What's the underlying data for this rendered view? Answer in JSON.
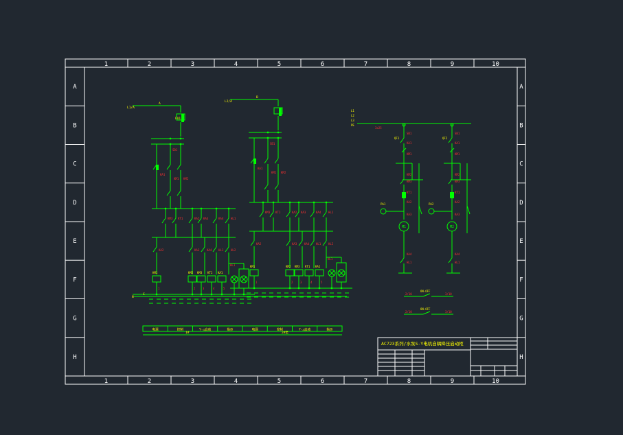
{
  "theme": {
    "background": "#212830",
    "frame": "#ffffff",
    "wire": "#00ff00",
    "label_red": "#ff3030",
    "label_yellow": "#ffff00"
  },
  "frame": {
    "columns": [
      "1",
      "2",
      "3",
      "4",
      "5",
      "6",
      "7",
      "8",
      "9",
      "10"
    ],
    "rows": [
      "A",
      "B",
      "C",
      "D",
      "E",
      "F",
      "G",
      "H"
    ]
  },
  "title_block": {
    "title": "AC723系列/水泵S-Y电机自耦降压启动柜",
    "cells": [
      "",
      "",
      "",
      "",
      ""
    ]
  },
  "schematic": {
    "control_labels_left": {
      "supply_top": "L1/A",
      "supply_bottom": "N",
      "fuse": "FU1",
      "phase_a": "A",
      "phase_c": "C"
    },
    "control_labels_right": {
      "supply_top": "L2/A",
      "phase_b": "B"
    },
    "contact_tags": [
      "SB1",
      "KA1",
      "KM1",
      "KM2",
      "KM3",
      "KT1",
      "KA2",
      "KA3",
      "KA4",
      "HL1",
      "HL2",
      "HL3"
    ],
    "device_tags": [
      "KM1",
      "KM2",
      "KM3",
      "KT1",
      "KA1",
      "HL1",
      "HL2"
    ],
    "bottom_strip": [
      "电源",
      "控制",
      "Y-△启动",
      "指示",
      "电源",
      "控制",
      "Y-△启动",
      "指示"
    ],
    "bottom_captions": {
      "left": "1#",
      "right": "2#泵"
    },
    "main_circuit": {
      "bus_labels": [
        "L1",
        "L2",
        "L3",
        "PE"
      ],
      "breaker_left": "QF1",
      "breaker_right": "QF2",
      "motor_left": "M1",
      "motor_right": "M2",
      "ammeter_left": "PA1",
      "ammeter_right": "PA2",
      "cable_note": "3x25"
    },
    "side_notes": [
      "ON-OFF",
      "ON-OFF"
    ]
  }
}
